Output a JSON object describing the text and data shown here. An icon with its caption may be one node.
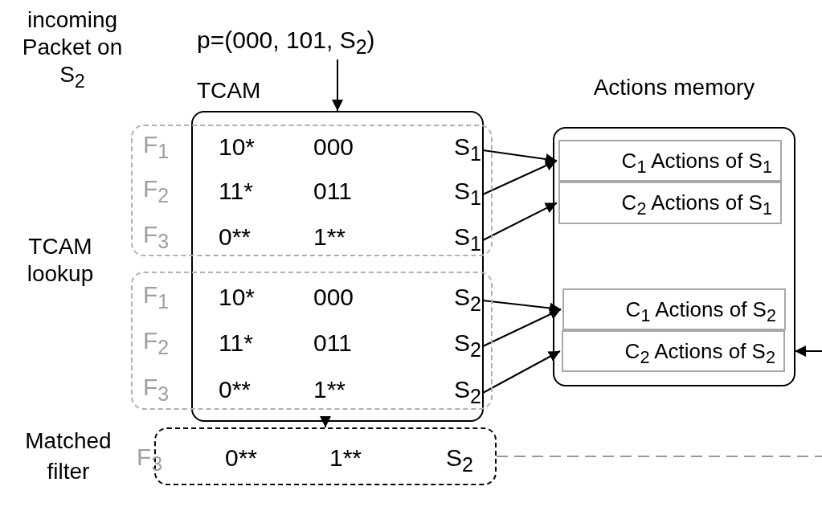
{
  "diagram": {
    "nodes": [
      {
        "text": [
          "p=(000, 101, S$_{2}$)"
        ]
      },
      {
        "text": [
          "TCAM"
        ]
      },
      {
        "text": [],
        "shape": "box"
      },
      {
        "text": [
          "10*",
          "000",
          "S$_{1}$"
        ],
        "in": 2
      },
      {
        "text": [
          "11*",
          "011",
          "S$_{1}$"
        ],
        "in": 2
      },
      {
        "text": [
          "0**",
          "1**",
          "S$_{1}$"
        ],
        "in": 2
      },
      {
        "text": [],
        "shape": "box"
      },
      {
        "text": [
          "10*",
          "000",
          "S$_{2}$"
        ],
        "in": 6
      },
      {
        "text": [
          "11*",
          "011",
          "S$_{2}$"
        ],
        "in": 6
      },
      {
        "text": [
          "0**",
          "1**",
          "S$_{2}$"
        ],
        "in": 6
      },
      {
        "text": [
          "Actions memory"
        ]
      },
      {
        "text": [
          "C$_{1}$ Actions of S$_{1}$"
        ],
        "in": 10
      },
      {
        "text": [
          "C$_{2}$ Actions of S$_{1}$"
        ],
        "in": 10
      },
      {
        "text": [
          "C$_{1}$ Actions of S$_{2}$"
        ],
        "in": 10
      },
      {
        "text": [
          "C$_{2}$ Actions of S$_{2}$"
        ],
        "in": 10
      },
      {
        "text": [
          "0**",
          "1**",
          "S$_{2}$"
        ],
        "beside": [
          "Matched filter"
        ]
      }
    ],
    "edges": [
      {
        "from": 0,
        "to": 1,
        "arrow": "to"
      },
      {
        "from": 3,
        "to": 11,
        "arrow": "to"
      },
      {
        "from": 4,
        "to": 11,
        "arrow": "to"
      },
      {
        "from": 5,
        "to": 12,
        "arrow": "to"
      },
      {
        "from": 7,
        "to": 13,
        "arrow": "to"
      },
      {
        "from": 8,
        "to": 13,
        "arrow": "to"
      },
      {
        "from": 9,
        "to": 14,
        "arrow": "to"
      },
      {
        "from": null,
        "to": 14,
        "arrow": "to"
      },
      {
        "from": 1,
        "to": 15,
        "arrow": "to",
        "style": "dashed"
      },
      {
        "from": 15,
        "to": null,
        "arrow": "none",
        "style": "dashed",
        "color": "#999999"
      }
    ],
    "labels": [
      "incoming Packet on S$_{2}$",
      "F$_{1}$",
      "F$_{2}$",
      "TCAM lookup",
      "F$_{3}$",
      "F$_{1}$",
      "F$_{2}$",
      "F$_{3}$",
      "F$_{3}$"
    ]
  }
}
